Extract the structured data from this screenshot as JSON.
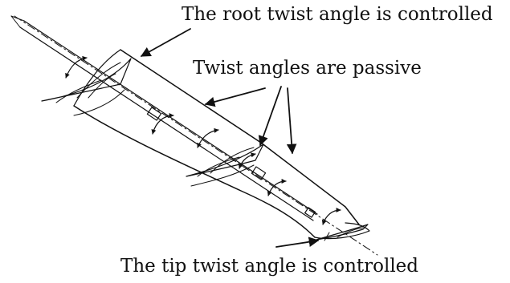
{
  "labels": {
    "root": "The root twist angle is controlled",
    "passive": "Twist angles are passive",
    "tip": "The tip twist angle is controlled"
  },
  "colors": {
    "ink": "#111111",
    "background": "#ffffff"
  }
}
